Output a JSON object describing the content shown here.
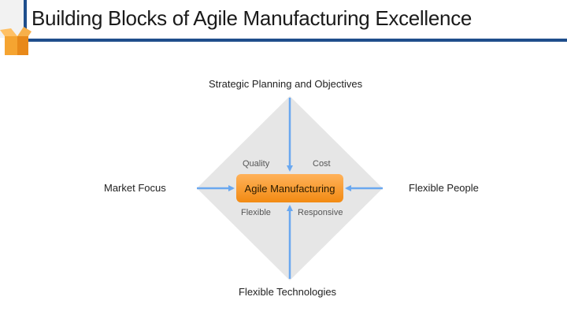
{
  "header": {
    "title": "Building Blocks of Agile Manufacturing Excellence"
  },
  "diagram": {
    "center": "Agile Manufacturing",
    "top": "Strategic Planning and Objectives",
    "left": "Market Focus",
    "right": "Flexible People",
    "bottom": "Flexible Technologies",
    "quadrants": {
      "top_left": "Quality",
      "top_right": "Cost",
      "bottom_left": "Flexible",
      "bottom_right": "Responsive"
    }
  },
  "colors": {
    "accent_blue": "#1f4e8c",
    "arrow_blue": "#6aa8f0",
    "diamond_gray": "#e6e6e6",
    "center_orange": "#f28a12"
  },
  "icons": {
    "corner": "open-box-icon"
  }
}
